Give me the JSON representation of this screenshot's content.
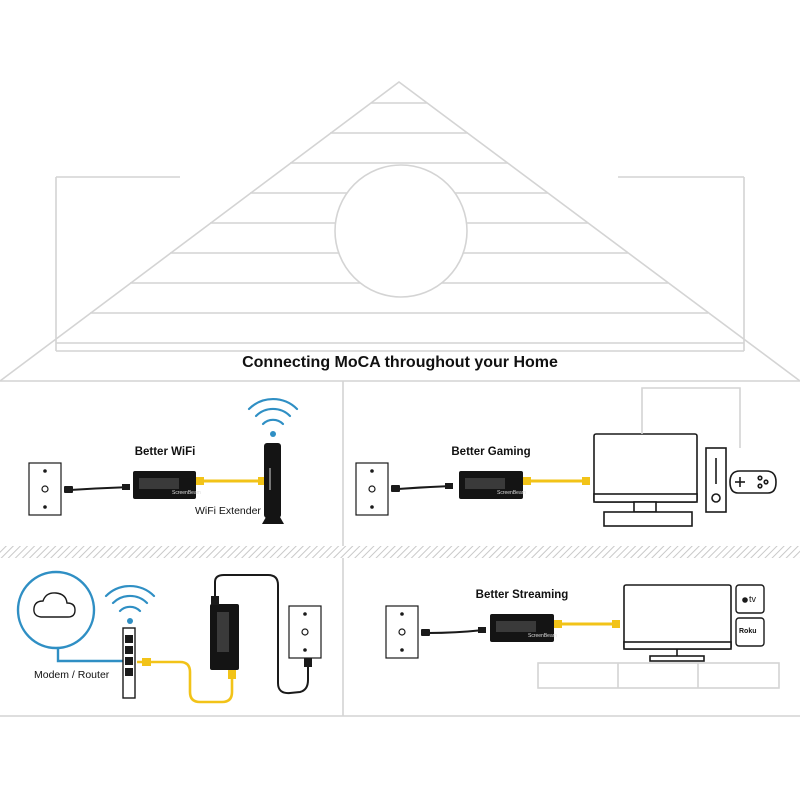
{
  "diagram": {
    "title": "Connecting MoCA throughout your Home",
    "panels": {
      "top_left": {
        "label": "Better WiFi",
        "device_label": "WiFi Extender"
      },
      "top_right": {
        "label": "Better Gaming"
      },
      "bottom_left": {
        "label": "Modem / Router"
      },
      "bottom_right": {
        "label": "Better Streaming"
      }
    },
    "adapter_brand": "ScreenBeam",
    "streaming_boxes": [
      "tv",
      "Roku"
    ]
  },
  "colors": {
    "outline": "#d4d4d4",
    "dark_line": "#1a1a1a",
    "ethernet": "#f2c318",
    "cloud": "#2f8fc4",
    "wifi": "#2f8fc4",
    "divider_hatch": "#cfcfcf"
  }
}
